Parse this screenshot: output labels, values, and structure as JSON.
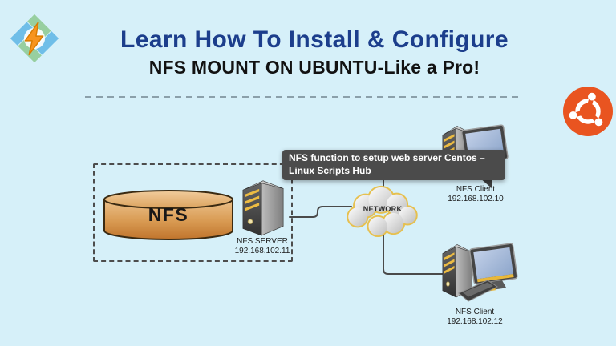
{
  "colors": {
    "background": "#d6f0f9",
    "title_navy": "#1c3e8c",
    "ubuntu_orange": "#e95420",
    "accent_yellow": "#eebc3e",
    "tooltip_bg": "#4b4b4b",
    "cylinder_orange": "#c5792e"
  },
  "header": {
    "title": "Learn How To Install & Configure",
    "subtitle": "NFS MOUNT ON UBUNTU-Like a Pro!"
  },
  "icons": {
    "brand": "litespeed-lightning-logo",
    "os": "ubuntu-circle-of-friends",
    "server": "server-tower",
    "client": "tower-with-monitor",
    "network": "cloud"
  },
  "diagram": {
    "callout": {
      "line1": "NFS function to setup web server Centos –",
      "line2": "Linux Scripts Hub"
    },
    "storage": {
      "label": "NFS"
    },
    "server": {
      "name": "NFS SERVER",
      "ip": "192.168.102.11"
    },
    "network": {
      "label": "NETWORK"
    },
    "clients": [
      {
        "name": "NFS Client",
        "ip": "192.168.102.10"
      },
      {
        "name": "NFS Client",
        "ip": "192.168.102.12"
      }
    ]
  }
}
